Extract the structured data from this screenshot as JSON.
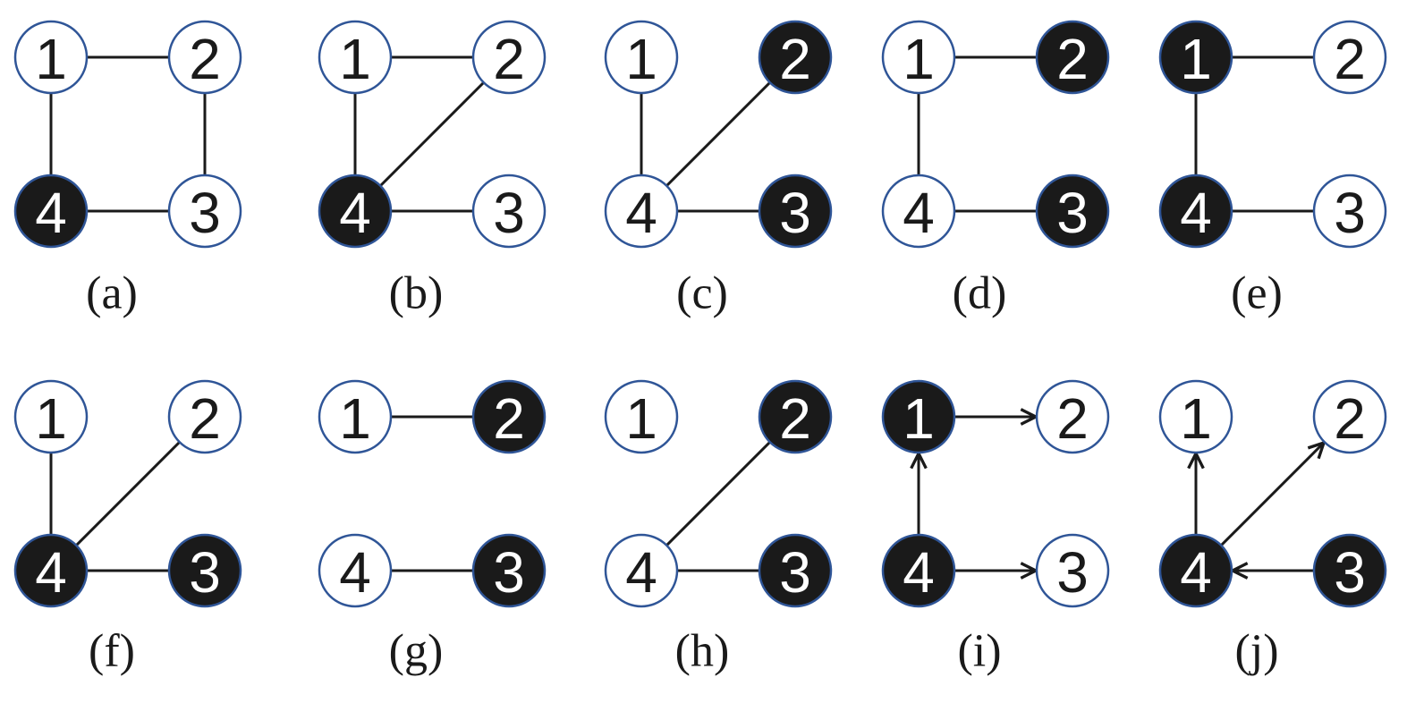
{
  "figure": {
    "colors": {
      "node_outline": "#2f5597",
      "filled_node": "#1a1a1a",
      "empty_node": "#ffffff",
      "edge": "#1a1a1a",
      "label_on_filled": "#ffffff",
      "label_on_empty": "#1a1a1a"
    },
    "panels": [
      {
        "label": "(a)",
        "directed": false,
        "nodes": [
          {
            "id": "1",
            "filled": false
          },
          {
            "id": "2",
            "filled": false
          },
          {
            "id": "3",
            "filled": false
          },
          {
            "id": "4",
            "filled": true
          }
        ],
        "edges": [
          [
            "1",
            "2"
          ],
          [
            "2",
            "3"
          ],
          [
            "3",
            "4"
          ],
          [
            "1",
            "4"
          ]
        ]
      },
      {
        "label": "(b)",
        "directed": false,
        "nodes": [
          {
            "id": "1",
            "filled": false
          },
          {
            "id": "2",
            "filled": false
          },
          {
            "id": "3",
            "filled": false
          },
          {
            "id": "4",
            "filled": true
          }
        ],
        "edges": [
          [
            "1",
            "2"
          ],
          [
            "1",
            "4"
          ],
          [
            "2",
            "4"
          ],
          [
            "4",
            "3"
          ]
        ]
      },
      {
        "label": "(c)",
        "directed": false,
        "nodes": [
          {
            "id": "1",
            "filled": false
          },
          {
            "id": "2",
            "filled": true
          },
          {
            "id": "3",
            "filled": true
          },
          {
            "id": "4",
            "filled": false
          }
        ],
        "edges": [
          [
            "1",
            "4"
          ],
          [
            "2",
            "4"
          ],
          [
            "4",
            "3"
          ]
        ]
      },
      {
        "label": "(d)",
        "directed": false,
        "nodes": [
          {
            "id": "1",
            "filled": false
          },
          {
            "id": "2",
            "filled": true
          },
          {
            "id": "3",
            "filled": true
          },
          {
            "id": "4",
            "filled": false
          }
        ],
        "edges": [
          [
            "1",
            "2"
          ],
          [
            "1",
            "4"
          ],
          [
            "4",
            "3"
          ]
        ]
      },
      {
        "label": "(e)",
        "directed": false,
        "nodes": [
          {
            "id": "1",
            "filled": true
          },
          {
            "id": "2",
            "filled": false
          },
          {
            "id": "3",
            "filled": false
          },
          {
            "id": "4",
            "filled": true
          }
        ],
        "edges": [
          [
            "1",
            "2"
          ],
          [
            "1",
            "4"
          ],
          [
            "4",
            "3"
          ]
        ]
      },
      {
        "label": "(f)",
        "directed": false,
        "nodes": [
          {
            "id": "1",
            "filled": false
          },
          {
            "id": "2",
            "filled": false
          },
          {
            "id": "3",
            "filled": true
          },
          {
            "id": "4",
            "filled": true
          }
        ],
        "edges": [
          [
            "1",
            "4"
          ],
          [
            "2",
            "4"
          ],
          [
            "4",
            "3"
          ]
        ]
      },
      {
        "label": "(g)",
        "directed": false,
        "nodes": [
          {
            "id": "1",
            "filled": false
          },
          {
            "id": "2",
            "filled": true
          },
          {
            "id": "3",
            "filled": true
          },
          {
            "id": "4",
            "filled": false
          }
        ],
        "edges": [
          [
            "1",
            "2"
          ],
          [
            "4",
            "3"
          ]
        ]
      },
      {
        "label": "(h)",
        "directed": false,
        "nodes": [
          {
            "id": "1",
            "filled": false
          },
          {
            "id": "2",
            "filled": true
          },
          {
            "id": "3",
            "filled": true
          },
          {
            "id": "4",
            "filled": false
          }
        ],
        "edges": [
          [
            "2",
            "4"
          ],
          [
            "4",
            "3"
          ]
        ]
      },
      {
        "label": "(i)",
        "directed": true,
        "nodes": [
          {
            "id": "1",
            "filled": true
          },
          {
            "id": "2",
            "filled": false
          },
          {
            "id": "3",
            "filled": false
          },
          {
            "id": "4",
            "filled": true
          }
        ],
        "edges": [
          [
            "1",
            "2"
          ],
          [
            "4",
            "1"
          ],
          [
            "4",
            "3"
          ]
        ]
      },
      {
        "label": "(j)",
        "directed": true,
        "nodes": [
          {
            "id": "1",
            "filled": false
          },
          {
            "id": "2",
            "filled": false
          },
          {
            "id": "3",
            "filled": true
          },
          {
            "id": "4",
            "filled": true
          }
        ],
        "edges": [
          [
            "4",
            "1"
          ],
          [
            "4",
            "2"
          ],
          [
            "3",
            "4"
          ]
        ]
      }
    ]
  }
}
